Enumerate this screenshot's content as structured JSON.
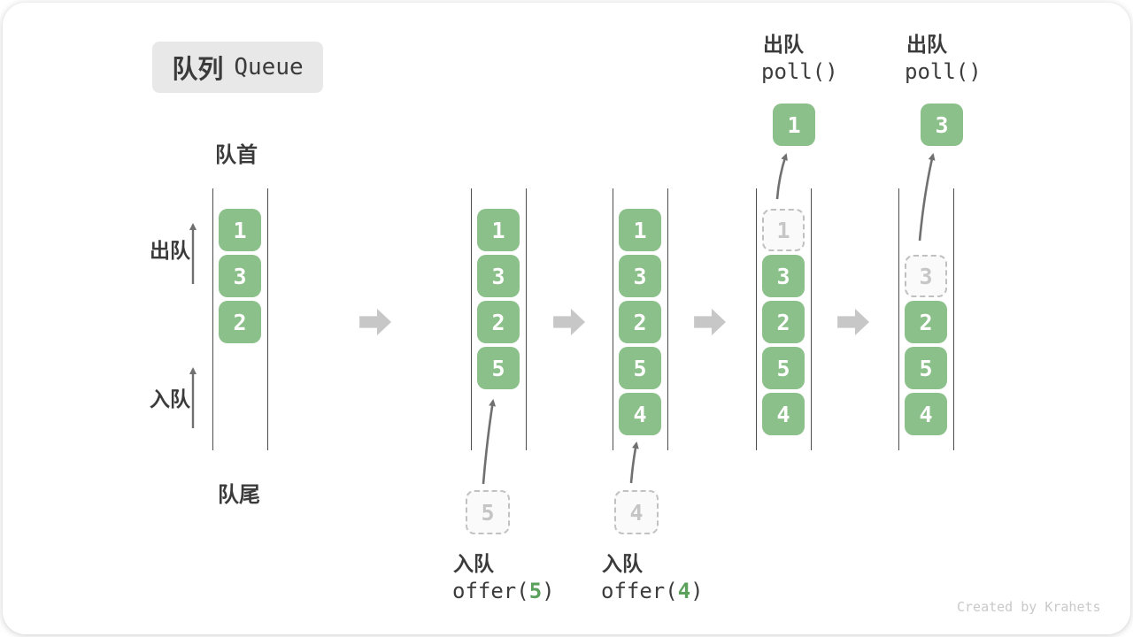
{
  "title": {
    "zh": "队列",
    "en": "Queue"
  },
  "labels": {
    "front": "队首",
    "rear": "队尾",
    "dequeue_side": "出队",
    "enqueue_side": "入队"
  },
  "colors": {
    "cell_green": "#8cc08a",
    "code_arg_green": "#5ba05b",
    "dark_text": "#3b3b3b",
    "rail_line": "#4d4d4d",
    "flow_arrow_gray": "#c7c7c7",
    "pointer_arrow_gray": "#707070",
    "ghost_border": "#c2c2c2",
    "badge_bg": "#e8e8e8"
  },
  "states": [
    {
      "name": "initial",
      "cells": [
        {
          "slot": 0,
          "value": "1",
          "style": "filled"
        },
        {
          "slot": 1,
          "value": "3",
          "style": "filled"
        },
        {
          "slot": 2,
          "value": "2",
          "style": "filled"
        }
      ]
    },
    {
      "name": "after-offer-5",
      "cells": [
        {
          "slot": 0,
          "value": "1",
          "style": "filled"
        },
        {
          "slot": 1,
          "value": "3",
          "style": "filled"
        },
        {
          "slot": 2,
          "value": "2",
          "style": "filled"
        },
        {
          "slot": 3,
          "value": "5",
          "style": "filled"
        }
      ]
    },
    {
      "name": "after-offer-4",
      "cells": [
        {
          "slot": 0,
          "value": "1",
          "style": "filled"
        },
        {
          "slot": 1,
          "value": "3",
          "style": "filled"
        },
        {
          "slot": 2,
          "value": "2",
          "style": "filled"
        },
        {
          "slot": 3,
          "value": "5",
          "style": "filled"
        },
        {
          "slot": 4,
          "value": "4",
          "style": "filled"
        }
      ]
    },
    {
      "name": "after-poll-1",
      "cells": [
        {
          "slot": 0,
          "value": "1",
          "style": "removed"
        },
        {
          "slot": 1,
          "value": "3",
          "style": "filled"
        },
        {
          "slot": 2,
          "value": "2",
          "style": "filled"
        },
        {
          "slot": 3,
          "value": "5",
          "style": "filled"
        },
        {
          "slot": 4,
          "value": "4",
          "style": "filled"
        }
      ]
    },
    {
      "name": "after-poll-3",
      "cells": [
        {
          "slot": 1,
          "value": "3",
          "style": "removed"
        },
        {
          "slot": 2,
          "value": "2",
          "style": "filled"
        },
        {
          "slot": 3,
          "value": "5",
          "style": "filled"
        },
        {
          "slot": 4,
          "value": "4",
          "style": "filled"
        }
      ]
    }
  ],
  "operations": [
    {
      "type": "enqueue",
      "label": "入队",
      "code_prefix": "offer(",
      "arg": "5",
      "code_suffix": ")",
      "staged_value": "5"
    },
    {
      "type": "enqueue",
      "label": "入队",
      "code_prefix": "offer(",
      "arg": "4",
      "code_suffix": ")",
      "staged_value": "4"
    },
    {
      "type": "dequeue",
      "label": "出队",
      "code": "poll()",
      "result_value": "1"
    },
    {
      "type": "dequeue",
      "label": "出队",
      "code": "poll()",
      "result_value": "3"
    }
  ],
  "credit": "Created by Krahets"
}
